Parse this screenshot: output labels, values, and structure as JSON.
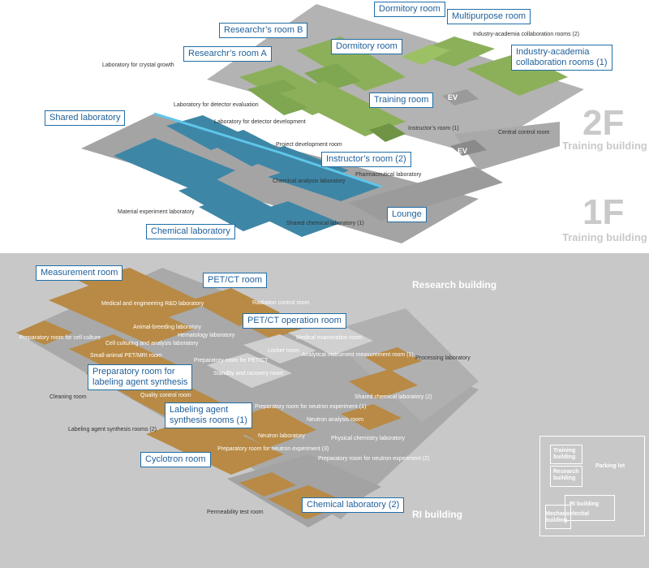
{
  "callouts": {
    "dormitory_room_top": "Dormitory room",
    "multipurpose_room": "Multipurpose room",
    "researcher_room_b": "Researchr’s room B",
    "dormitory_room": "Dormitory room",
    "researcher_room_a": "Researchr’s room A",
    "industry_academia_1": "Industry-academia\ncollaboration rooms (1)",
    "training_room": "Training room",
    "shared_laboratory": "Shared laboratory",
    "instructors_room_2": "Instructor’s room (2)",
    "lounge": "Lounge",
    "chemical_laboratory": "Chemical laboratory",
    "measurement_room": "Measurement room",
    "pet_ct_room": "PET/CT room",
    "pet_ct_operation_room": "PET/CT operation room",
    "prep_labeling": "Preparatory room for\nlabeling agent synthesis",
    "labeling_synthesis_1": "Labeling agent\nsynthesis rooms (1)",
    "cyclotron_room": "Cyclotron room",
    "chemical_laboratory_2": "Chemical laboratory (2)"
  },
  "labels": {
    "industry_academia_2": "Industry-academia collaboration rooms (2)",
    "lab_crystal_growth": "Laboratory for crystal growth",
    "lab_detector_eval": "Laboratory for detector evaluation",
    "lab_detector_dev": "Laboratory for detector development",
    "instructors_room_1": "Instructor’s room (1)",
    "central_control_room": "Central control room",
    "project_development_room": "Project development room",
    "chemical_analysis_lab": "Chemical analysis laboratory",
    "pharmaceutical_lab": "Pharmaceutical laboratory",
    "material_experiment_lab": "Material experiment laboratory",
    "shared_chemical_lab_1": "Shared chemical laboratory (1)",
    "medical_rd_lab": "Medical and engineering R&D laboratory",
    "radiation_control_room": "Radiation control room",
    "prep_cell_culture": "Preparatory room for cell culture",
    "animal_breeding_lab": "Animal-breeding laboratory",
    "hematology_lab": "Hematology laboratory",
    "medical_exam_room": "Medical examination room",
    "cell_culturing_lab": "Cell culturing and analysis laboratory",
    "locker_room": "Locker room",
    "analytical_instrument_room": "Analytical instrument measurement room (1)",
    "processing_lab": "Processing laboratory",
    "small_animal_pet": "Small-animal PET/MRI room",
    "prep_pet_ct": "Preparatory room for PET/CT",
    "standby_recovery": "Standby and racovery room",
    "cleaning_room": "Cleaning room",
    "quality_control_room": "Quality control room",
    "shared_chemical_lab_2": "Shared chemical laboratory (2)",
    "prep_neutron_1": "Preparatory room for neutron experiment (1)",
    "labeling_synthesis_2": "Labeling agent synthesis rooms (2)",
    "neutron_analysis_room": "Neutron analysis room",
    "neutron_lab": "Neutron laboratory",
    "physical_chemistry_lab": "Physical chemistry laboratory",
    "prep_neutron_3": "Preparatory room for neutron experiment (3)",
    "prep_neutron_2": "Preparatory room for neutron experiment (2)",
    "permeability_test_room": "Permeability test room"
  },
  "markers": {
    "ev_upper": "EV",
    "ev_lower": "EV",
    "floor_2f": "2F",
    "floor_2f_sub": "Training building",
    "floor_1f": "1F",
    "floor_1f_sub": "Training building",
    "research_building": "Research building",
    "ri_building": "RI building"
  },
  "site_map": {
    "training_building": "Training\nbuilding",
    "research_building": "Research\nbuilding",
    "parking_lot": "Parking lot",
    "ri_building": "RI building",
    "mechanoelectrical_building": "Mechanoelectial\nbuilding"
  },
  "colors": {
    "green_room": "#8cb05a",
    "blue_room": "#3e86a6",
    "orange_room": "#b88a45",
    "callout_border": "#1f6fa8",
    "floor_gray": "#a7a7a7"
  }
}
